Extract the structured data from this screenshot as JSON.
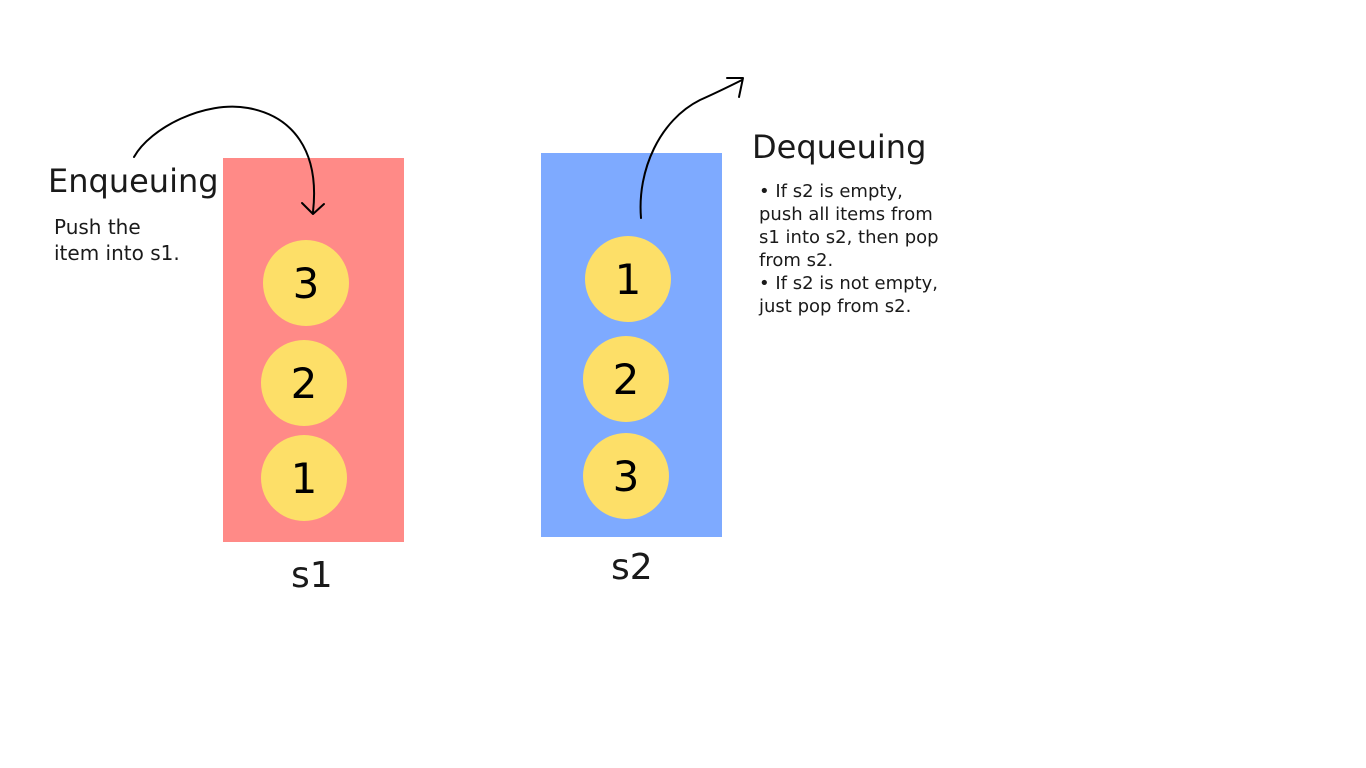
{
  "colors": {
    "s1_fill": "#ff8a87",
    "s2_fill": "#7eaaff",
    "item_fill": "#fddf68",
    "arrow_stroke": "#000000"
  },
  "enqueue": {
    "heading": "Enqueuing",
    "desc_lines": [
      "Push the",
      "item into s1."
    ]
  },
  "dequeue": {
    "heading": "Dequeuing",
    "bullets": [
      [
        "• If s2 is empty,",
        "push all items from",
        "s1 into s2, then pop",
        "from s2."
      ],
      [
        "• If s2 is not empty,",
        "just pop from s2."
      ]
    ]
  },
  "s1": {
    "label": "s1",
    "items": [
      "3",
      "2",
      "1"
    ]
  },
  "s2": {
    "label": "s2",
    "items": [
      "1",
      "2",
      "3"
    ]
  }
}
